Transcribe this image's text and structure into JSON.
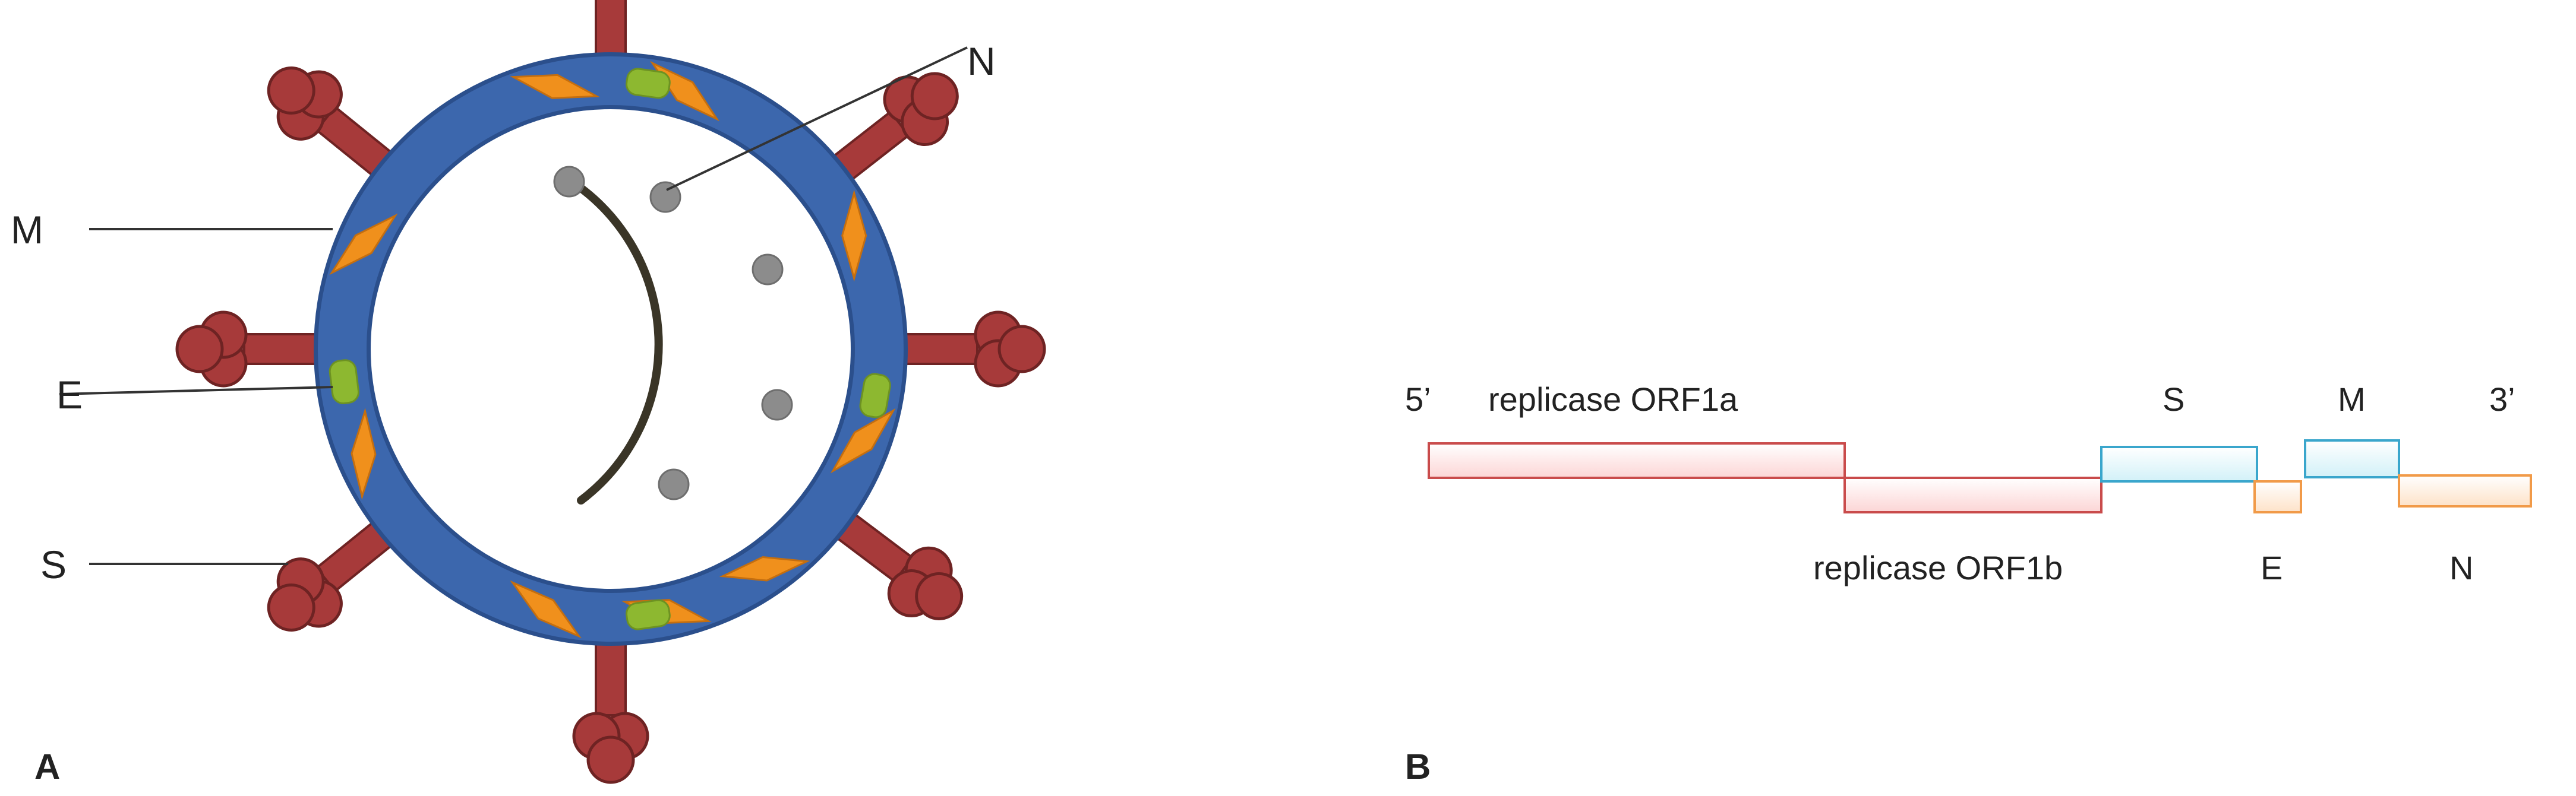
{
  "panel_a": {
    "panel_label": "A",
    "callouts": {
      "m": "M",
      "e": "E",
      "s": "S",
      "n": "N"
    },
    "colors": {
      "envelope": "#3c67ad",
      "envelope_outline": "#2b4f8c",
      "spike": "#a73a3a",
      "spike_outline": "#6e2323",
      "membrane_protein": "#f0901c",
      "envelope_protein": "#8db830",
      "rna": "#3a3527",
      "nucleocapsid": "#8c8c8c"
    }
  },
  "panel_b": {
    "panel_label": "B",
    "five_prime": "5’",
    "three_prime": "3’",
    "genes": {
      "orf1a": "replicase ORF1a",
      "orf1b": "replicase ORF1b",
      "s": "S",
      "m": "M",
      "e": "E",
      "n": "N"
    },
    "colors": {
      "replicase_fill": "#fcd5d5",
      "replicase_stroke": "#c94b4b",
      "structural_blue_fill": "#d2f1f8",
      "structural_blue_stroke": "#3aa6cc",
      "structural_orange_fill": "#fde2c8",
      "structural_orange_stroke": "#f19a48"
    }
  }
}
